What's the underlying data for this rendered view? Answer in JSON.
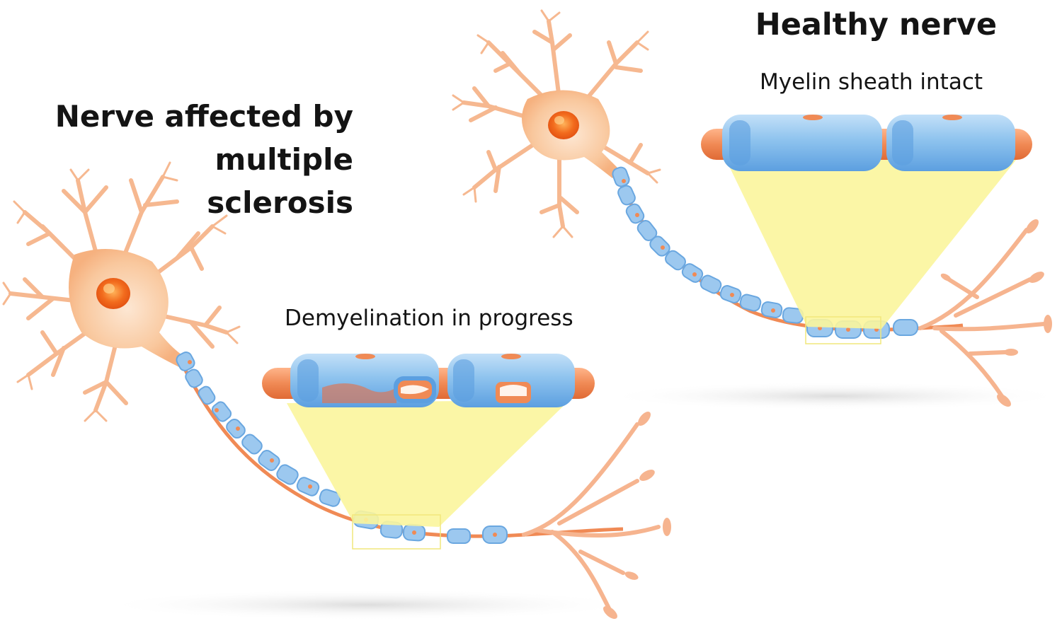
{
  "healthy": {
    "title": "Healthy nerve",
    "magnified_label": "Myelin sheath intact"
  },
  "affected": {
    "title_lines": [
      "Nerve affected by",
      "multiple",
      "sclerosis"
    ],
    "magnified_label": "Demyelination in progress"
  },
  "colors": {
    "neuron_body": "#f9c89e",
    "neuron_outline": "#f3a877",
    "nucleus": "#f26b1d",
    "myelin": "#8ec3ee",
    "myelin_dark": "#5c9fe0",
    "axon": "#f08a55",
    "magnifier": "#fbf59c"
  }
}
